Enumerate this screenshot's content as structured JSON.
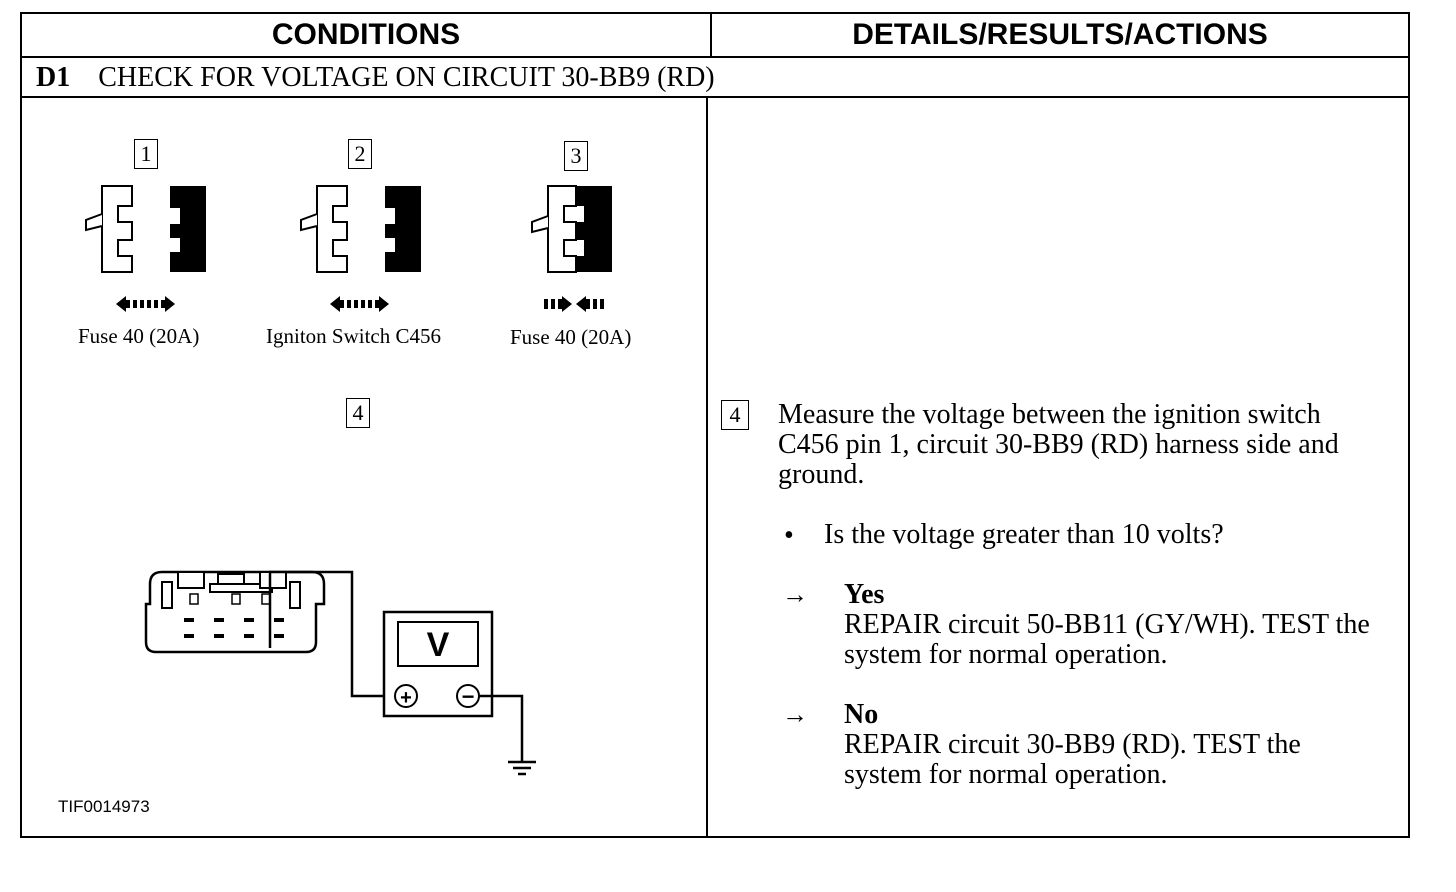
{
  "headers": {
    "conditions": "CONDITIONS",
    "details": "DETAILS/RESULTS/ACTIONS"
  },
  "step": {
    "id": "D1",
    "title": "CHECK FOR VOLTAGE ON CIRCUIT 30-BB9 (RD)"
  },
  "figures": [
    {
      "callout": "1",
      "caption": "Fuse 40 (20A)"
    },
    {
      "callout": "2",
      "caption": "Igniton Switch C456"
    },
    {
      "callout": "3",
      "caption": "Fuse 40 (20A)"
    }
  ],
  "diagram": {
    "callout": "4",
    "meter_label": "V",
    "plus": "+",
    "minus": "−",
    "figure_id": "TIF0014973"
  },
  "actions": {
    "callout": "4",
    "instruction": "Measure the voltage between the ignition switch C456 pin 1, circuit 30-BB9 (RD) harness side and ground.",
    "bullet_symbol": "•",
    "question": "Is the voltage greater than 10 volts?",
    "arrow_symbol": "→",
    "yes_label": "Yes",
    "yes_text": "REPAIR circuit 50-BB11 (GY/WH). TEST the system for normal operation.",
    "no_label": "No",
    "no_text": "REPAIR circuit 30-BB9 (RD). TEST the system for normal operation."
  }
}
